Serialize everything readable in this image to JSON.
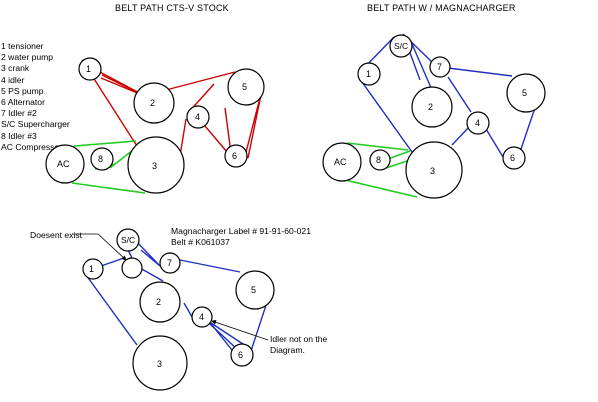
{
  "titles": {
    "stock": "BELT PATH CTS-V STOCK",
    "magna": "BELT PATH W / MAGNACHARGER"
  },
  "legend": [
    "1 tensioner",
    "2 water pump",
    "3 crank",
    "4 idler",
    "5 PS pump",
    "6 Alternator",
    "7 Idler #2",
    "S/C  Supercharger",
    "8 Idler #3",
    "AC  Compressor"
  ],
  "notes": {
    "doesnt_exist": "Doesent exist",
    "label_number": "Magnacharger Label # 91-91-60-021",
    "belt_number": "Belt # K061037",
    "idler_not_on_line1": "Idler not on the",
    "idler_not_on_line2": "Diagram."
  },
  "pulley_labels": {
    "tensioner": "1",
    "water_pump": "2",
    "crank": "3",
    "idler": "4",
    "ps_pump": "5",
    "alternator": "6",
    "idler2": "7",
    "idler3": "8",
    "supercharger": "S/C",
    "ac": "AC"
  },
  "colors": {
    "main_belt_stock": "#cc0000",
    "main_belt_magna": "#1f2fbf",
    "ac_belt": "#22cc22"
  }
}
